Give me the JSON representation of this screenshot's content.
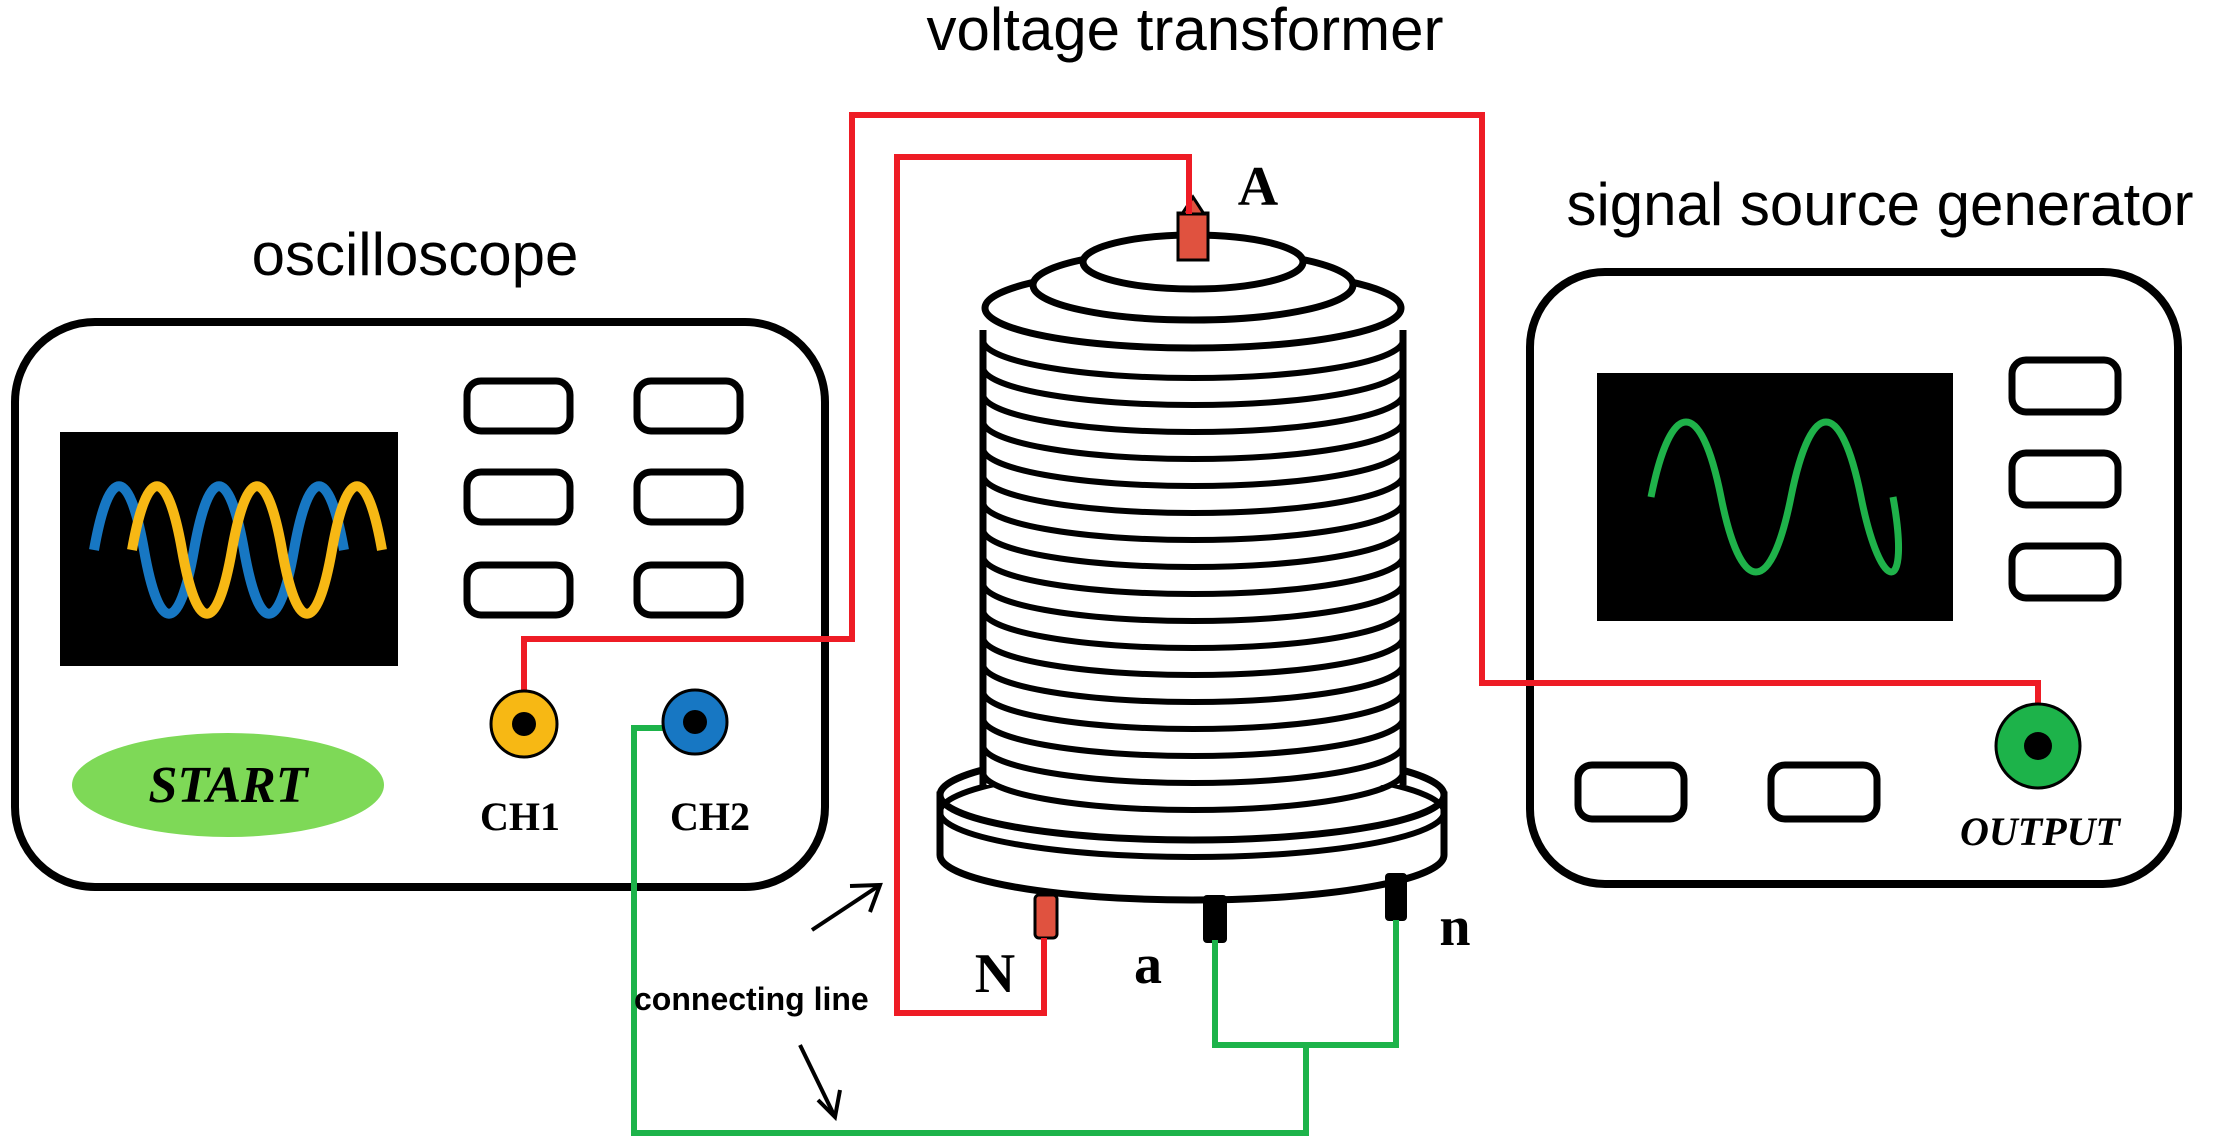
{
  "labels": {
    "transformer_title": "voltage transformer",
    "oscilloscope_title": "oscilloscope",
    "generator_title": "signal source generator",
    "start_button": "START",
    "ch1": "CH1",
    "ch2": "CH2",
    "output": "OUTPUT",
    "terminal_A": "A",
    "terminal_N": "N",
    "terminal_a": "a",
    "terminal_n": "n",
    "connecting_line": "connecting line"
  },
  "colors": {
    "outline": "#000000",
    "red_wire": "#ee1c25",
    "green_wire": "#1db34a",
    "screen": "#000000",
    "trace_blue": "#1777c3",
    "trace_yellow": "#f7b814",
    "trace_green": "#1fb24a",
    "start_fill": "#7ed957",
    "ch1_jack": "#f7b814",
    "ch2_jack": "#1777c3",
    "output_jack": "#1db34a",
    "terminal_red": "#e0523f",
    "terminal_black": "#000000"
  },
  "icons": {
    "start_button": "start-ellipse-icon",
    "ch1": "ch1-jack-icon",
    "ch2": "ch2-jack-icon",
    "output": "output-jack-icon",
    "arrows": "arrow-icon"
  }
}
